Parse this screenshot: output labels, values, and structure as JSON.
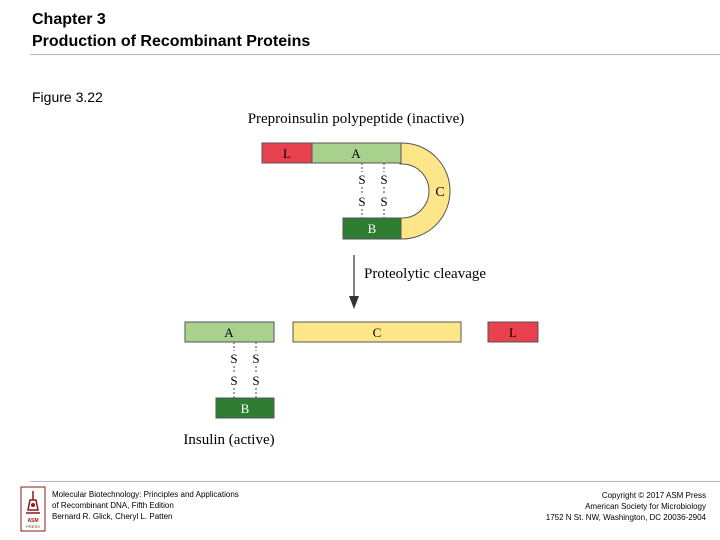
{
  "header": {
    "chapter": "Chapter 3",
    "title": "Production of Recombinant Proteins"
  },
  "figure": {
    "label": "Figure 3.22",
    "top_title": "Preproinsulin polypeptide (inactive)",
    "step_label": "Proteolytic cleavage",
    "bottom_title": "Insulin (active)",
    "segments": {
      "L": "L",
      "A": "A",
      "B": "B",
      "C": "C"
    },
    "bond_letter": "S",
    "colors": {
      "L": "#e8404c",
      "A": "#a9d18e",
      "B": "#2e7d32",
      "C": "#fde68a",
      "accent": "#c9a9cf"
    }
  },
  "footer": {
    "left": [
      "Molecular Biotechnology: Principles and Applications",
      "of Recombinant DNA, Fifth Edition",
      "Bernard R. Glick, Cheryl L. Patten"
    ],
    "right": [
      "Copyright © 2017 ASM Press",
      "American Society for Microbiology",
      "1752 N St. NW, Washington, DC 20036-2904"
    ],
    "logo_text": "ASM PRESS"
  }
}
